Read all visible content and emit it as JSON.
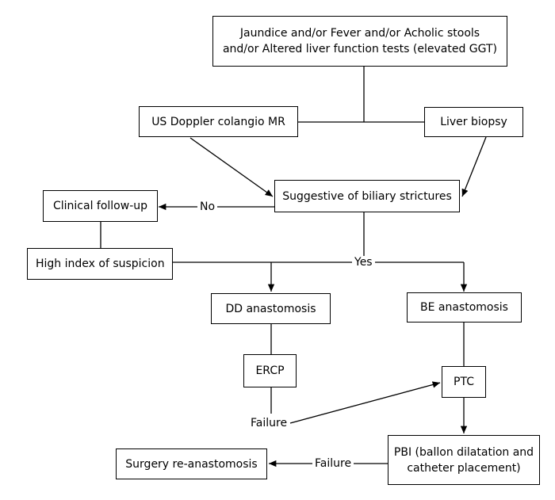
{
  "nodes": {
    "symptoms": {
      "line1": "Jaundice and/or Fever and/or Acholic stools",
      "line2": "and/or Altered liver function tests (elevated GGT)"
    },
    "imaging": "US Doppler colangio MR",
    "biopsy": "Liver biopsy",
    "suggestive": "Suggestive of biliary strictures",
    "followup": "Clinical follow-up",
    "suspicion": "High index of suspicion",
    "dd": "DD anastomosis",
    "be": "BE anastomosis",
    "ercp": "ERCP",
    "ptc": "PTC",
    "pbi": {
      "line1": "PBI (ballon dilatation and",
      "line2": "catheter placement)"
    },
    "surgery": "Surgery re-anastomosis"
  },
  "edge_labels": {
    "no": "No",
    "yes": "Yes",
    "failure_ercp": "Failure",
    "failure_pbi": "Failure"
  }
}
